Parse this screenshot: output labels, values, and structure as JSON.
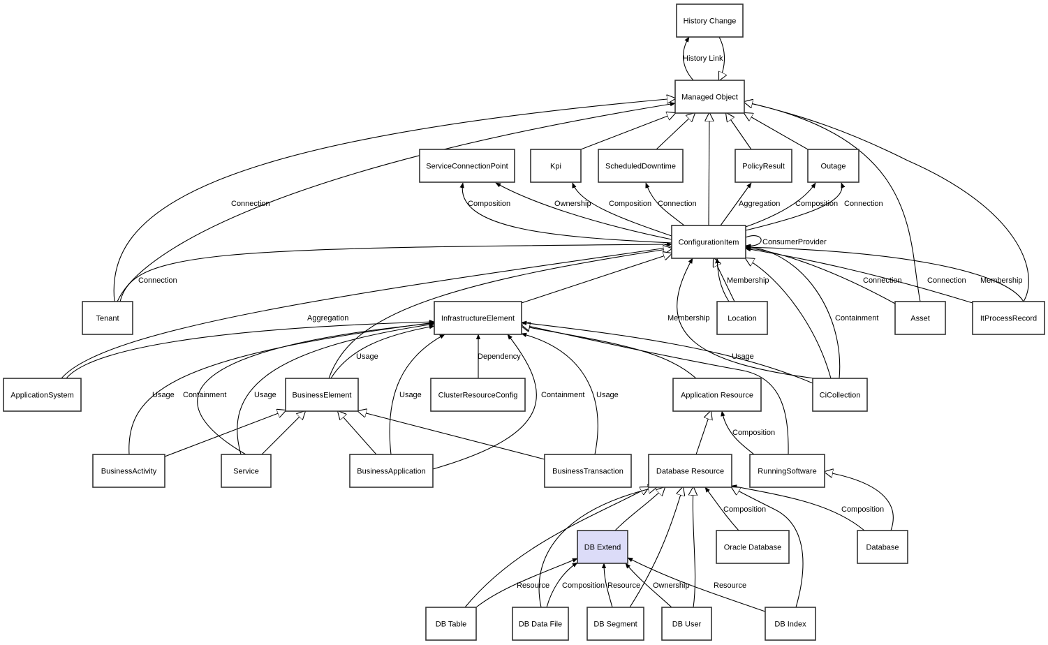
{
  "diagram": {
    "title": "Managed Object class relationships",
    "highlight_color": "#dcdcf8",
    "nodes": [
      {
        "id": "history_change",
        "label": "History Change"
      },
      {
        "id": "managed_object",
        "label": "Managed Object"
      },
      {
        "id": "service_connection_point",
        "label": "ServiceConnectionPoint"
      },
      {
        "id": "kpi",
        "label": "Kpi"
      },
      {
        "id": "scheduled_downtime",
        "label": "ScheduledDowntime"
      },
      {
        "id": "policy_result",
        "label": "PolicyResult"
      },
      {
        "id": "outage",
        "label": "Outage"
      },
      {
        "id": "configuration_item",
        "label": "ConfigurationItem"
      },
      {
        "id": "tenant",
        "label": "Tenant"
      },
      {
        "id": "infrastructure_element",
        "label": "InfrastructureElement"
      },
      {
        "id": "location",
        "label": "Location"
      },
      {
        "id": "asset",
        "label": "Asset"
      },
      {
        "id": "it_process_record",
        "label": "ItProcessRecord"
      },
      {
        "id": "application_system",
        "label": "ApplicationSystem"
      },
      {
        "id": "business_element",
        "label": "BusinessElement"
      },
      {
        "id": "cluster_resource_config",
        "label": "ClusterResourceConfig"
      },
      {
        "id": "application_resource",
        "label": "Application Resource"
      },
      {
        "id": "ci_collection",
        "label": "CiCollection"
      },
      {
        "id": "business_activity",
        "label": "BusinessActivity"
      },
      {
        "id": "service",
        "label": "Service"
      },
      {
        "id": "business_application",
        "label": "BusinessApplication"
      },
      {
        "id": "business_transaction",
        "label": "BusinessTransaction"
      },
      {
        "id": "database_resource",
        "label": "Database Resource"
      },
      {
        "id": "running_software",
        "label": "RunningSoftware"
      },
      {
        "id": "db_extend",
        "label": "DB Extend",
        "selected": true
      },
      {
        "id": "oracle_database",
        "label": "Oracle Database"
      },
      {
        "id": "database",
        "label": "Database"
      },
      {
        "id": "db_table",
        "label": "DB Table"
      },
      {
        "id": "db_data_file",
        "label": "DB Data File"
      },
      {
        "id": "db_segment",
        "label": "DB Segment"
      },
      {
        "id": "db_user",
        "label": "DB User"
      },
      {
        "id": "db_index",
        "label": "DB Index"
      }
    ],
    "edges": [
      {
        "from": "managed_object",
        "to": "history_change",
        "label": "History Link",
        "kind": "association"
      },
      {
        "from": "history_change",
        "to": "managed_object",
        "label": "",
        "kind": "inheritance"
      },
      {
        "from": "tenant",
        "to": "managed_object",
        "label": "",
        "kind": "inheritance"
      },
      {
        "from": "tenant",
        "to": "managed_object",
        "label": "Connection",
        "kind": "association"
      },
      {
        "from": "kpi",
        "to": "managed_object",
        "label": "",
        "kind": "inheritance"
      },
      {
        "from": "scheduled_downtime",
        "to": "managed_object",
        "label": "",
        "kind": "inheritance"
      },
      {
        "from": "configuration_item",
        "to": "managed_object",
        "label": "",
        "kind": "inheritance"
      },
      {
        "from": "policy_result",
        "to": "managed_object",
        "label": "",
        "kind": "inheritance"
      },
      {
        "from": "outage",
        "to": "managed_object",
        "label": "",
        "kind": "inheritance"
      },
      {
        "from": "asset",
        "to": "managed_object",
        "label": "",
        "kind": "inheritance"
      },
      {
        "from": "it_process_record",
        "to": "managed_object",
        "label": "",
        "kind": "inheritance"
      },
      {
        "from": "configuration_item",
        "to": "service_connection_point",
        "label": "Composition",
        "kind": "association"
      },
      {
        "from": "configuration_item",
        "to": "service_connection_point",
        "label": "Ownership",
        "kind": "association"
      },
      {
        "from": "configuration_item",
        "to": "kpi",
        "label": "Composition",
        "kind": "association"
      },
      {
        "from": "configuration_item",
        "to": "scheduled_downtime",
        "label": "Connection",
        "kind": "association"
      },
      {
        "from": "configuration_item",
        "to": "policy_result",
        "label": "Aggregation",
        "kind": "association"
      },
      {
        "from": "configuration_item",
        "to": "outage",
        "label": "Composition",
        "kind": "association"
      },
      {
        "from": "configuration_item",
        "to": "outage",
        "label": "Connection",
        "kind": "association"
      },
      {
        "from": "configuration_item",
        "to": "configuration_item",
        "label": "ConsumerProvider",
        "kind": "association"
      },
      {
        "from": "tenant",
        "to": "configuration_item",
        "label": "Connection",
        "kind": "association"
      },
      {
        "from": "application_system",
        "to": "configuration_item",
        "label": "",
        "kind": "inheritance"
      },
      {
        "from": "business_element",
        "to": "configuration_item",
        "label": "",
        "kind": "inheritance"
      },
      {
        "from": "infrastructure_element",
        "to": "configuration_item",
        "label": "",
        "kind": "inheritance"
      },
      {
        "from": "location",
        "to": "configuration_item",
        "label": "",
        "kind": "inheritance"
      },
      {
        "from": "location",
        "to": "configuration_item",
        "label": "Membership",
        "kind": "association"
      },
      {
        "from": "ci_collection",
        "to": "configuration_item",
        "label": "Membership",
        "kind": "association"
      },
      {
        "from": "ci_collection",
        "to": "configuration_item",
        "label": "",
        "kind": "inheritance"
      },
      {
        "from": "ci_collection",
        "to": "configuration_item",
        "label": "Containment",
        "kind": "association"
      },
      {
        "from": "asset",
        "to": "configuration_item",
        "label": "Connection",
        "kind": "association"
      },
      {
        "from": "it_process_record",
        "to": "configuration_item",
        "label": "Connection",
        "kind": "association"
      },
      {
        "from": "it_process_record",
        "to": "configuration_item",
        "label": "Membership",
        "kind": "association"
      },
      {
        "from": "application_system",
        "to": "infrastructure_element",
        "label": "Aggregation",
        "kind": "association"
      },
      {
        "from": "business_activity",
        "to": "infrastructure_element",
        "label": "Usage",
        "kind": "association"
      },
      {
        "from": "service",
        "to": "infrastructure_element",
        "label": "Containment",
        "kind": "association"
      },
      {
        "from": "service",
        "to": "infrastructure_element",
        "label": "Usage",
        "kind": "association"
      },
      {
        "from": "business_element",
        "to": "infrastructure_element",
        "label": "Usage",
        "kind": "association"
      },
      {
        "from": "business_application",
        "to": "infrastructure_element",
        "label": "Usage",
        "kind": "association"
      },
      {
        "from": "cluster_resource_config",
        "to": "infrastructure_element",
        "label": "Dependency",
        "kind": "association"
      },
      {
        "from": "business_application",
        "to": "infrastructure_element",
        "label": "Containment",
        "kind": "association"
      },
      {
        "from": "business_transaction",
        "to": "infrastructure_element",
        "label": "Usage",
        "kind": "association"
      },
      {
        "from": "application_resource",
        "to": "infrastructure_element",
        "label": "",
        "kind": "inheritance"
      },
      {
        "from": "running_software",
        "to": "infrastructure_element",
        "label": "",
        "kind": "inheritance"
      },
      {
        "from": "ci_collection",
        "to": "infrastructure_element",
        "label": "Usage",
        "kind": "association"
      },
      {
        "from": "business_activity",
        "to": "business_element",
        "label": "",
        "kind": "inheritance"
      },
      {
        "from": "service",
        "to": "business_element",
        "label": "",
        "kind": "inheritance"
      },
      {
        "from": "business_application",
        "to": "business_element",
        "label": "",
        "kind": "inheritance"
      },
      {
        "from": "business_transaction",
        "to": "business_element",
        "label": "",
        "kind": "inheritance"
      },
      {
        "from": "database_resource",
        "to": "application_resource",
        "label": "",
        "kind": "inheritance"
      },
      {
        "from": "running_software",
        "to": "application_resource",
        "label": "Composition",
        "kind": "association"
      },
      {
        "from": "database",
        "to": "running_software",
        "label": "",
        "kind": "inheritance"
      },
      {
        "from": "database",
        "to": "database_resource",
        "label": "Composition",
        "kind": "association"
      },
      {
        "from": "oracle_database",
        "to": "database_resource",
        "label": "Composition",
        "kind": "association"
      },
      {
        "from": "db_table",
        "to": "database_resource",
        "label": "",
        "kind": "inheritance"
      },
      {
        "from": "db_data_file",
        "to": "database_resource",
        "label": "",
        "kind": "inheritance"
      },
      {
        "from": "db_extend",
        "to": "database_resource",
        "label": "",
        "kind": "inheritance"
      },
      {
        "from": "db_segment",
        "to": "database_resource",
        "label": "",
        "kind": "inheritance"
      },
      {
        "from": "db_user",
        "to": "database_resource",
        "label": "",
        "kind": "inheritance"
      },
      {
        "from": "db_index",
        "to": "database_resource",
        "label": "",
        "kind": "inheritance"
      },
      {
        "from": "db_table",
        "to": "db_extend",
        "label": "Resource",
        "kind": "association"
      },
      {
        "from": "db_data_file",
        "to": "db_extend",
        "label": "Composition",
        "kind": "association"
      },
      {
        "from": "db_segment",
        "to": "db_extend",
        "label": "Resource",
        "kind": "association"
      },
      {
        "from": "db_user",
        "to": "db_extend",
        "label": "Ownership",
        "kind": "association"
      },
      {
        "from": "db_index",
        "to": "db_extend",
        "label": "Resource",
        "kind": "association"
      }
    ]
  }
}
